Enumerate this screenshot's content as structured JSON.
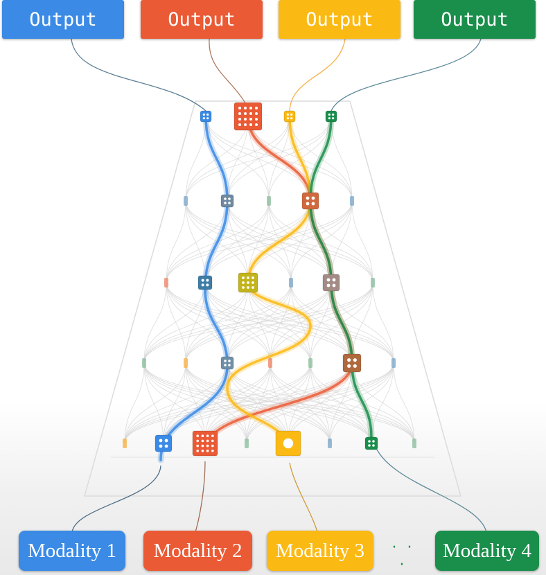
{
  "outputs": [
    {
      "label": "Output",
      "color": "#3a8ae6"
    },
    {
      "label": "Output",
      "color": "#ea5a35"
    },
    {
      "label": "Output",
      "color": "#fbb913"
    },
    {
      "label": "Output",
      "color": "#1a8e4b"
    }
  ],
  "modalities": [
    {
      "label": "Modality 1",
      "color": "#3a8ae6"
    },
    {
      "label": "Modality 2",
      "color": "#ea5a35"
    },
    {
      "label": "Modality 3",
      "color": "#fbb913"
    },
    {
      "label": "Modality 4",
      "color": "#1a8e4b"
    }
  ],
  "ellipsis": "· · ·",
  "expert_icon": "grid-dots-icon",
  "routes": [
    {
      "name": "blue-route",
      "color": "#3a8ae6"
    },
    {
      "name": "red-route",
      "color": "#ea5a35"
    },
    {
      "name": "yellow-route",
      "color": "#fbb913"
    },
    {
      "name": "green-route",
      "color": "#1a8e4b"
    }
  ]
}
